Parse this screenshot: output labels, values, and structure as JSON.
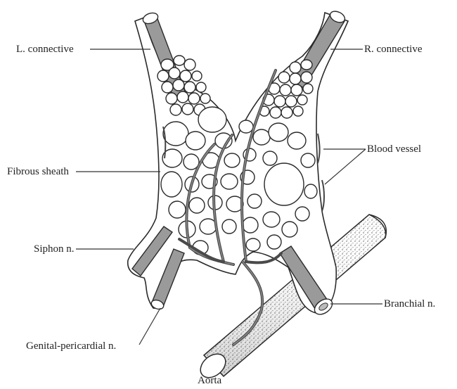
{
  "labels": {
    "l_connective": "L. connective",
    "r_connective": "R. connective",
    "fibrous_sheath": "Fibrous sheath",
    "blood_vessel": "Blood vessel",
    "siphon_n": "Siphon n.",
    "branchial_n": "Branchial n.",
    "genital_pericardial_n": "Genital-pericardial n.",
    "aorta": "Aorta"
  }
}
